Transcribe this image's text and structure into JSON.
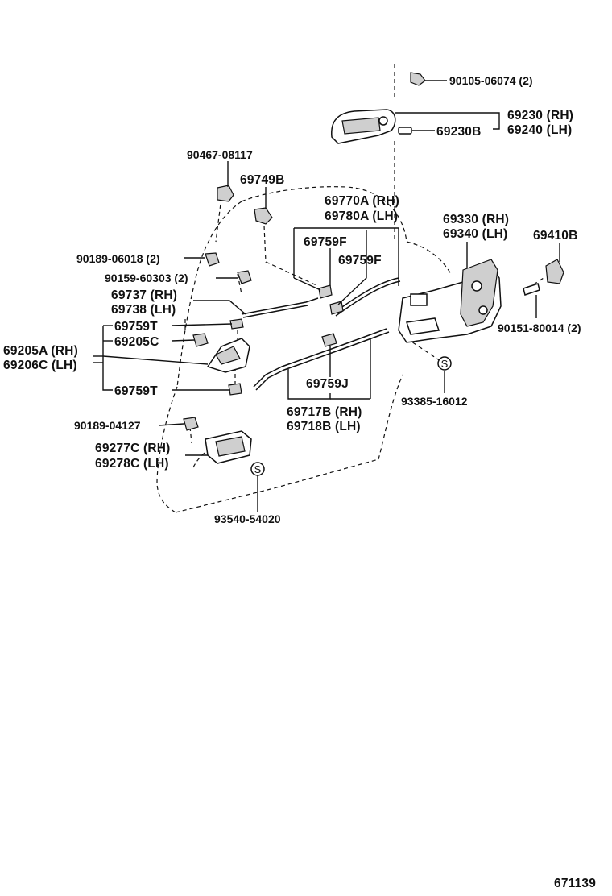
{
  "parts": {
    "p9010506074": "90105-06074 (2)",
    "p69230": "69230 (RH)",
    "p69240": "69240 (LH)",
    "p69230B": "69230B",
    "p9046708117": "90467-08117",
    "p69749B": "69749B",
    "p69770A": "69770A (RH)",
    "p69780A": "69780A (LH)",
    "p69330": "69330 (RH)",
    "p69340": "69340 (LH)",
    "p69410B": "69410B",
    "p69759F_1": "69759F",
    "p69759F_2": "69759F",
    "p9018906018": "90189-06018 (2)",
    "p9015960303": "90159-60303 (2)",
    "p69737": "69737 (RH)",
    "p69738": "69738 (LH)",
    "p9015180014": "90151-80014 (2)",
    "p69759T_1": "69759T",
    "p69205A": "69205A (RH)",
    "p69205C": "69205C",
    "p69206C": "69206C (LH)",
    "p69759J": "69759J",
    "p69759T_2": "69759T",
    "p9338516012": "93385-16012",
    "p69717B": "69717B (RH)",
    "p69718B": "69718B (LH)",
    "p9018904127": "90189-04127",
    "p69277C": "69277C (RH)",
    "p69278C": "69278C (LH)",
    "p9354054020": "93540-54020"
  },
  "symbol_s": "S",
  "diagram_number": "671139"
}
